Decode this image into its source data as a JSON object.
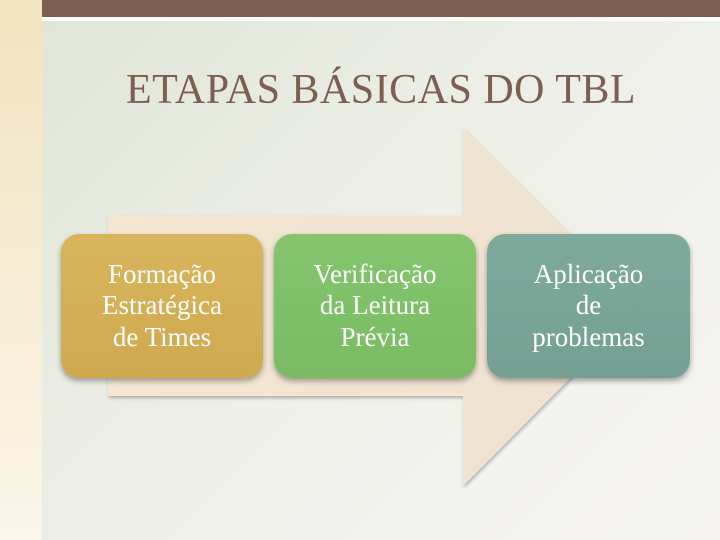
{
  "slide": {
    "title": "ETAPAS BÁSICAS DO TBL"
  },
  "steps": [
    {
      "label": "Formação\nEstratégica\nde Times",
      "color": "#d4b056"
    },
    {
      "label": "Verificação\nda Leitura\nPrévia",
      "color": "#7fc168"
    },
    {
      "label": "Aplicação\nde\nproblemas",
      "color": "#78a597"
    }
  ],
  "colors": {
    "title": "#7d5f51",
    "top_bar": "#7b5e51",
    "arrow": "#f1e4d3"
  }
}
